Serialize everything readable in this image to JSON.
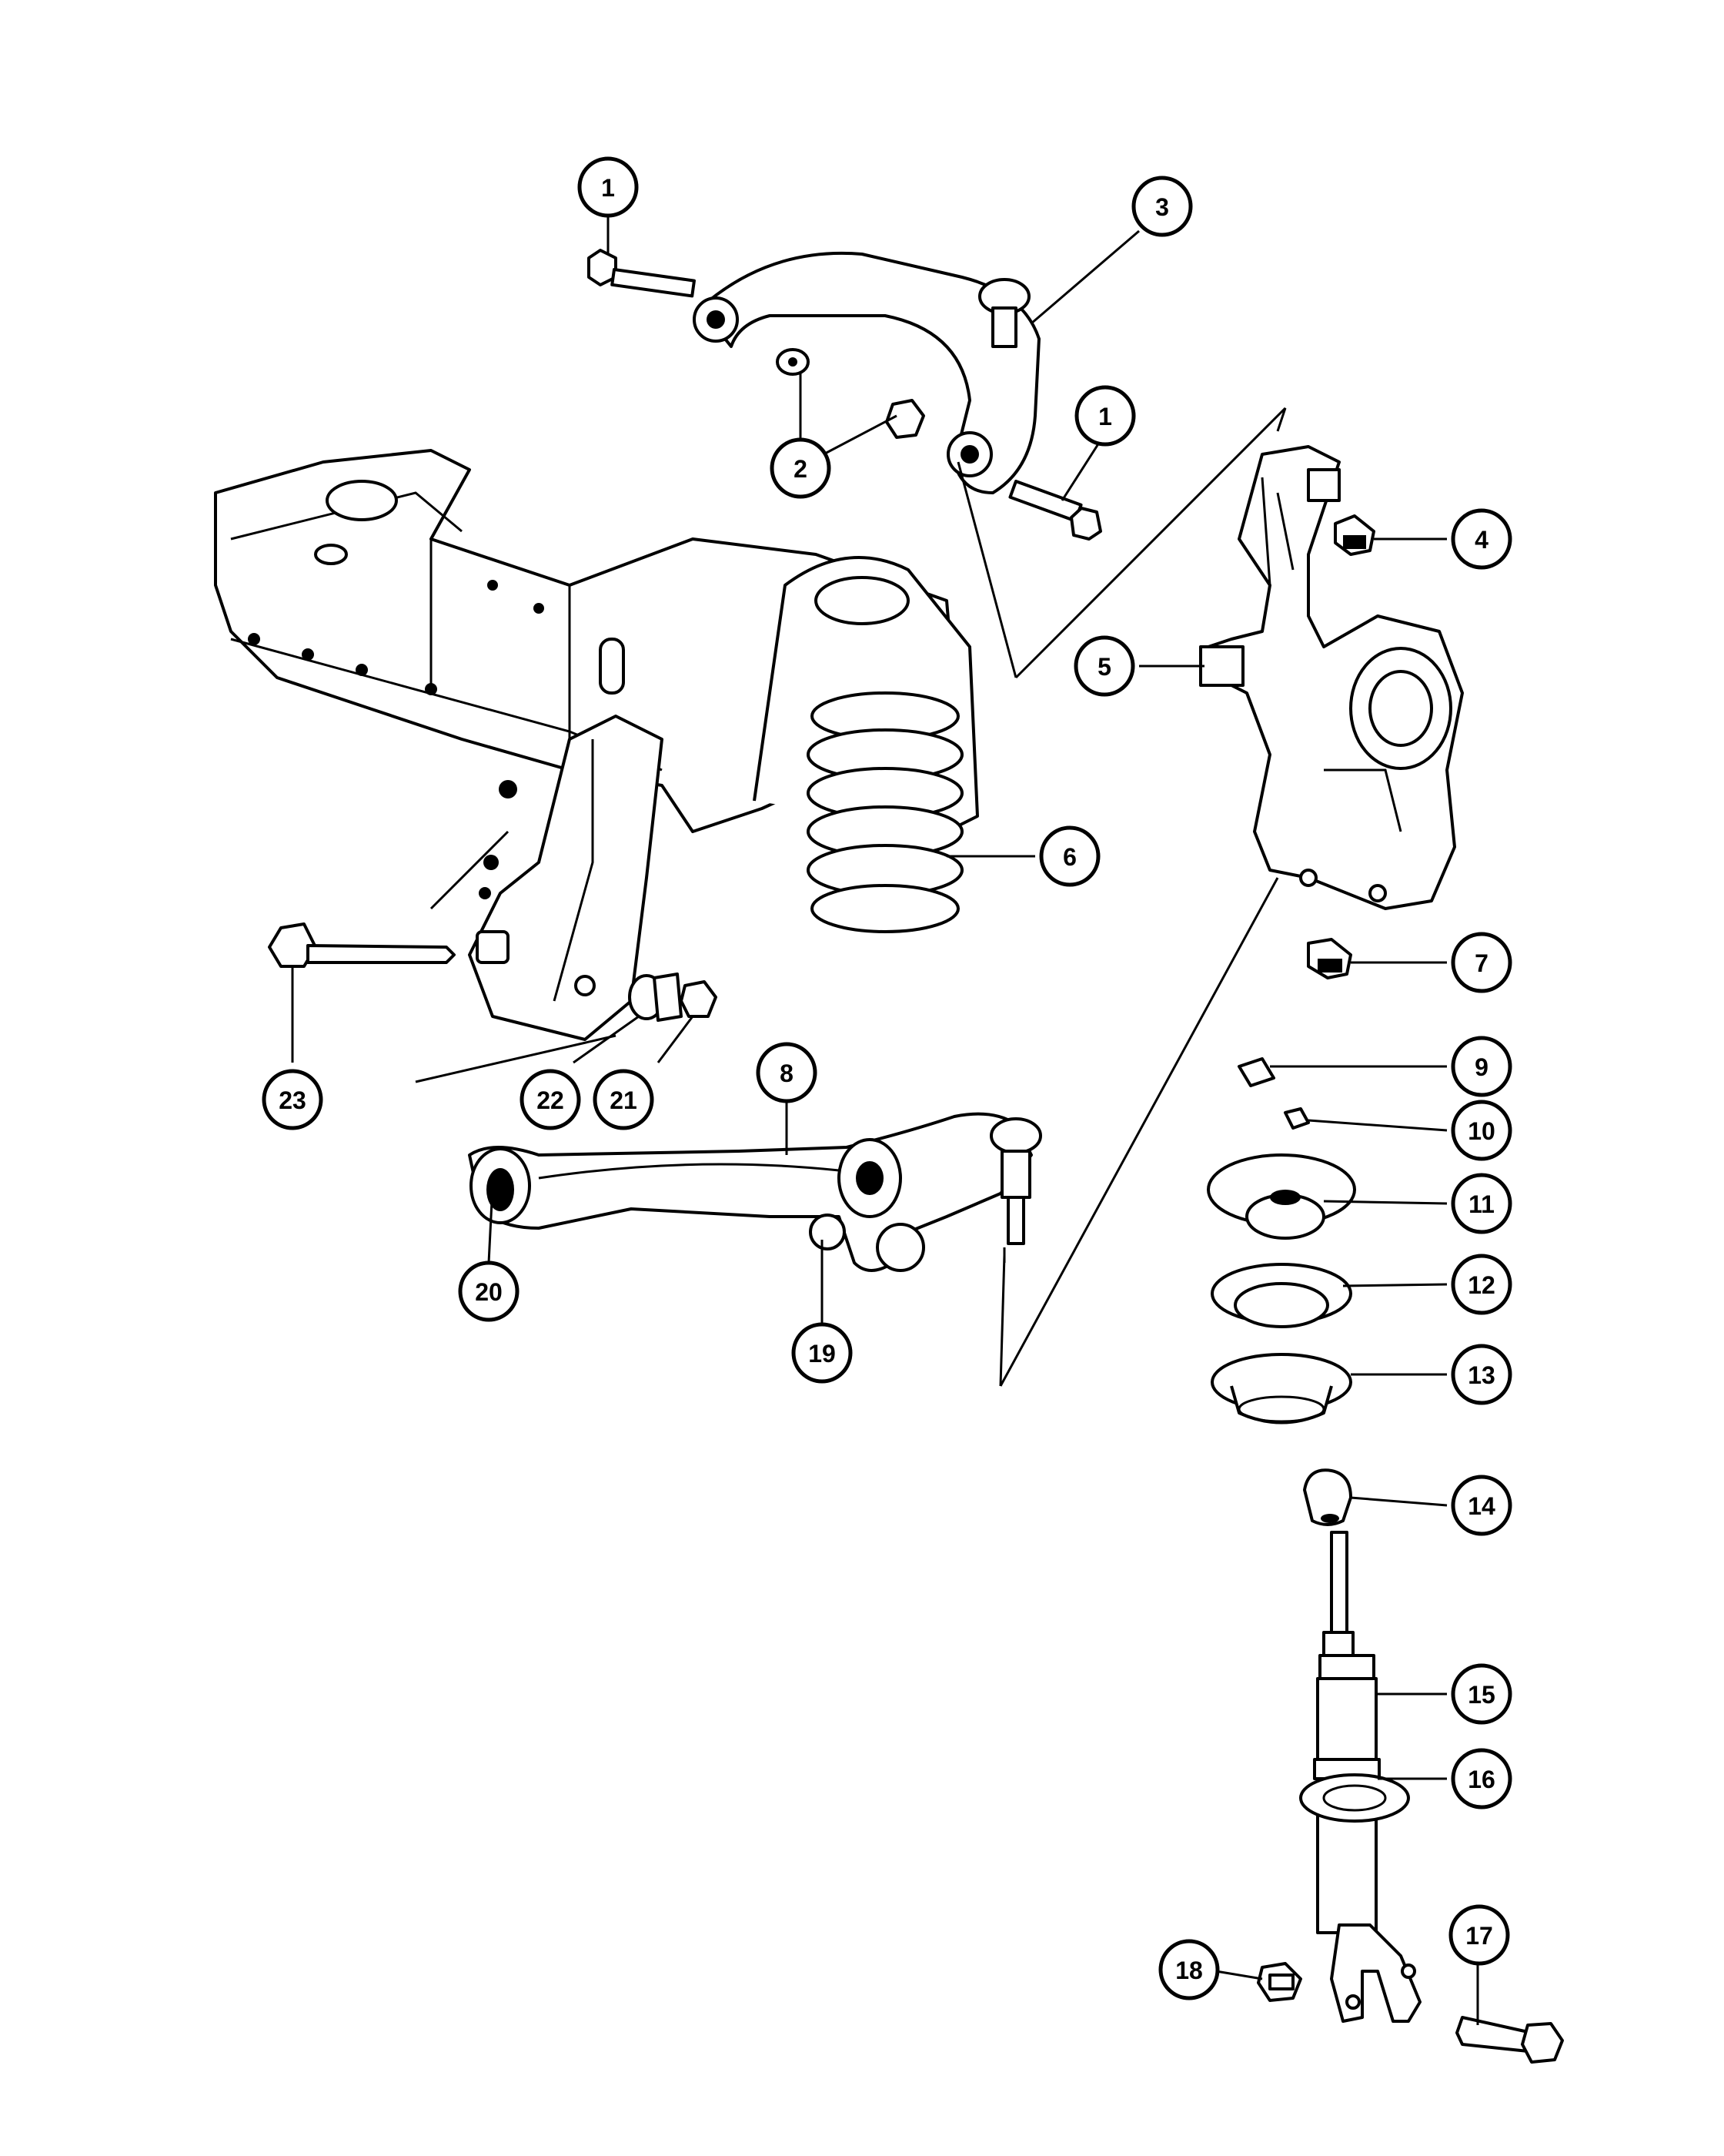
{
  "callouts": [
    {
      "id": "c1a",
      "label": "1"
    },
    {
      "id": "c1b",
      "label": "1"
    },
    {
      "id": "c2",
      "label": "2"
    },
    {
      "id": "c3",
      "label": "3"
    },
    {
      "id": "c4",
      "label": "4"
    },
    {
      "id": "c5",
      "label": "5"
    },
    {
      "id": "c6",
      "label": "6"
    },
    {
      "id": "c7",
      "label": "7"
    },
    {
      "id": "c8",
      "label": "8"
    },
    {
      "id": "c9",
      "label": "9"
    },
    {
      "id": "c10",
      "label": "10"
    },
    {
      "id": "c11",
      "label": "11"
    },
    {
      "id": "c12",
      "label": "12"
    },
    {
      "id": "c13",
      "label": "13"
    },
    {
      "id": "c14",
      "label": "14"
    },
    {
      "id": "c15",
      "label": "15"
    },
    {
      "id": "c16",
      "label": "16"
    },
    {
      "id": "c17",
      "label": "17"
    },
    {
      "id": "c18",
      "label": "18"
    },
    {
      "id": "c19",
      "label": "19"
    },
    {
      "id": "c20",
      "label": "20"
    },
    {
      "id": "c21",
      "label": "21"
    },
    {
      "id": "c22",
      "label": "22"
    },
    {
      "id": "c23",
      "label": "23"
    }
  ],
  "style": {
    "line_color": "#000000",
    "background": "#ffffff"
  }
}
